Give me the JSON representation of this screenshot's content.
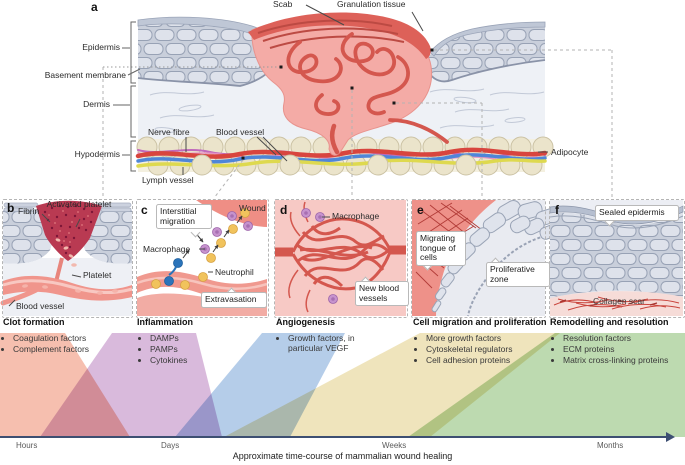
{
  "figure": {
    "caption": "Approximate time-course of mammalian wound healing"
  },
  "panel_a": {
    "letter": "a",
    "labels": {
      "scab": "Scab",
      "granulation_tissue": "Granulation tissue",
      "epidermis": "Epidermis",
      "basement_membrane": "Basement membrane",
      "dermis": "Dermis",
      "hypodermis": "Hypodermis",
      "nerve_fibre": "Nerve fibre",
      "blood_vessel": "Blood vessel",
      "lymph_vessel": "Lymph vessel",
      "adipocyte": "Adipocyte"
    }
  },
  "panel_b": {
    "letter": "b",
    "labels": {
      "fibrin": "Fibrin",
      "activated_platelet": "Activated platelet",
      "platelet": "Platelet",
      "blood_vessel": "Blood vessel"
    }
  },
  "panel_c": {
    "letter": "c",
    "labels": {
      "interstitial_migration": "Interstitial migration",
      "wound": "Wound",
      "macrophage": "Macrophage",
      "neutrophil": "Neutrophil",
      "extravasation": "Extravasation"
    }
  },
  "panel_d": {
    "letter": "d",
    "labels": {
      "macrophage": "Macrophage",
      "new_blood_vessels": "New blood vessels"
    }
  },
  "panel_e": {
    "letter": "e",
    "labels": {
      "migrating_tongue": "Migrating tongue of cells",
      "proliferative_zone": "Proliferative zone"
    }
  },
  "panel_f": {
    "letter": "f",
    "labels": {
      "sealed_epidermis": "Sealed epidermis",
      "collagen_scar": "Collagen scar"
    }
  },
  "timeline": {
    "phases": [
      {
        "title": "Clot formation",
        "color": "#f5b4a1",
        "bullets": [
          "Coagulation factors",
          "Complement factors"
        ]
      },
      {
        "title": "Inflammation",
        "color": "#d2aed6",
        "bullets": [
          "DAMPs",
          "PAMPs",
          "Cytokines"
        ]
      },
      {
        "title": "Angiogenesis",
        "color": "#a8c4e5",
        "bullets": [
          "Growth factors, in particular VEGF"
        ]
      },
      {
        "title": "Cell migration and proliferation",
        "color": "#ece0b0",
        "bullets": [
          "More growth factors",
          "Cytoskeletal regulators",
          "Cell adhesion proteins"
        ]
      },
      {
        "title": "Remodelling and resolution",
        "color": "#b2d4a2",
        "bullets": [
          "Resolution factors",
          "ECM proteins",
          "Matrix cross-linking proteins"
        ]
      }
    ],
    "axis": {
      "color": "#3d4f72",
      "ticks": [
        "Hours",
        "Days",
        "Weeks",
        "Months"
      ]
    }
  }
}
